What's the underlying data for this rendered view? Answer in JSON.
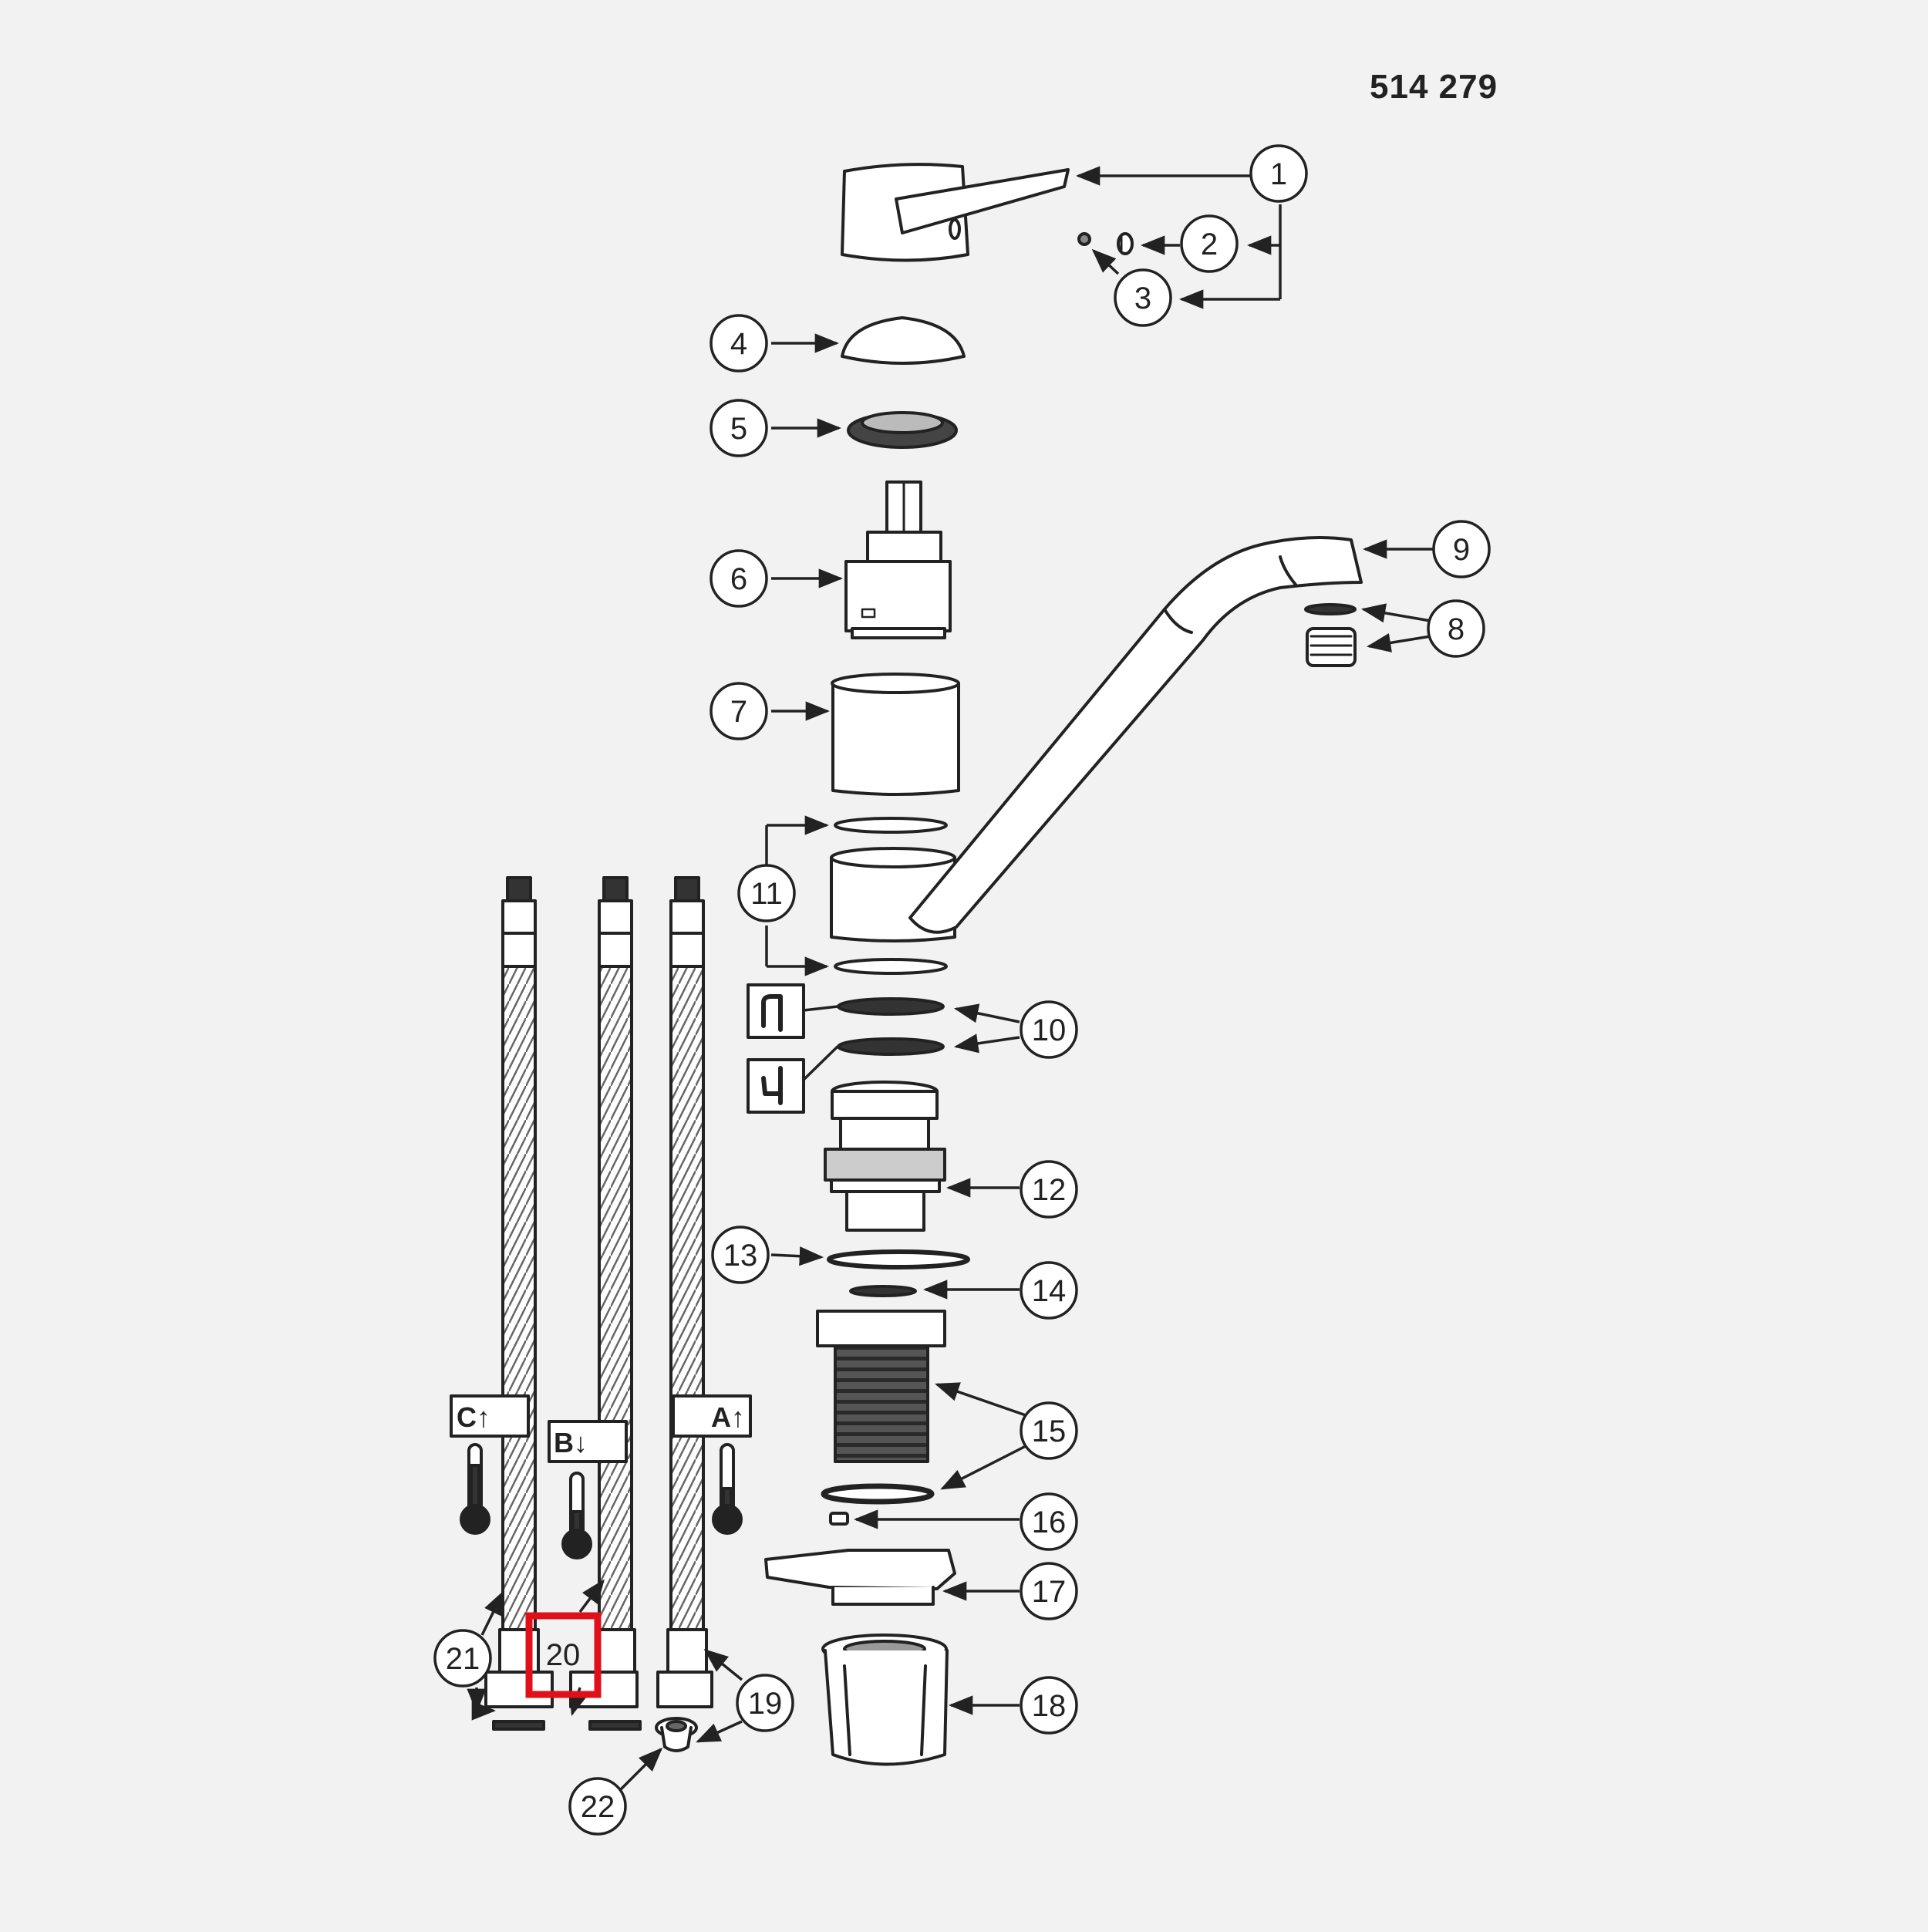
{
  "document": {
    "part_number": "514 279"
  },
  "callouts": [
    {
      "id": "callout-1",
      "label": "1"
    },
    {
      "id": "callout-2",
      "label": "2"
    },
    {
      "id": "callout-3",
      "label": "3"
    },
    {
      "id": "callout-4",
      "label": "4"
    },
    {
      "id": "callout-5",
      "label": "5"
    },
    {
      "id": "callout-6",
      "label": "6"
    },
    {
      "id": "callout-7",
      "label": "7"
    },
    {
      "id": "callout-8",
      "label": "8"
    },
    {
      "id": "callout-9",
      "label": "9"
    },
    {
      "id": "callout-10",
      "label": "10"
    },
    {
      "id": "callout-11",
      "label": "11"
    },
    {
      "id": "callout-12",
      "label": "12"
    },
    {
      "id": "callout-13",
      "label": "13"
    },
    {
      "id": "callout-14",
      "label": "14"
    },
    {
      "id": "callout-15",
      "label": "15"
    },
    {
      "id": "callout-16",
      "label": "16"
    },
    {
      "id": "callout-17",
      "label": "17"
    },
    {
      "id": "callout-18",
      "label": "18"
    },
    {
      "id": "callout-19",
      "label": "19"
    },
    {
      "id": "callout-20",
      "label": "20"
    },
    {
      "id": "callout-21",
      "label": "21"
    },
    {
      "id": "callout-22",
      "label": "22"
    }
  ],
  "hose_labels": [
    {
      "id": "hose-c",
      "label": "C↑"
    },
    {
      "id": "hose-b",
      "label": "B↓"
    },
    {
      "id": "hose-a",
      "label": "A↑"
    }
  ],
  "highlight": {
    "target": "callout-20",
    "color": "#e0101a"
  },
  "colors": {
    "line": "#222222",
    "fill": "#ffffff",
    "dark": "#333333",
    "background": "#f2f2f2"
  }
}
